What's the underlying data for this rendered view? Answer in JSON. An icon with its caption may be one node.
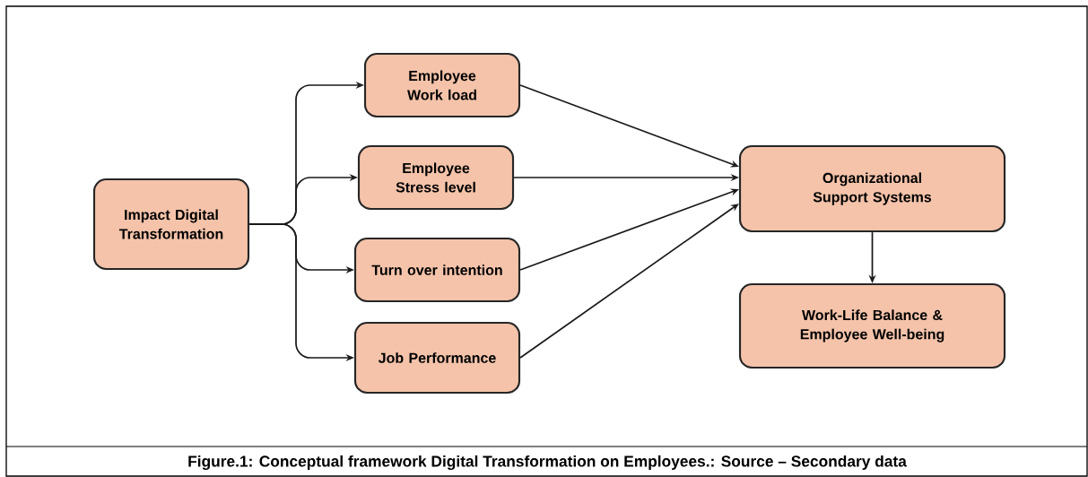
{
  "diagram": {
    "caption": "Figure.1: Conceptual framework Digital Transformation on Employees.: Source – Secondary data",
    "nodes": [
      {
        "text": [
          "Impact Digital Transformation"
        ]
      },
      {
        "text": [
          "Employee Work load"
        ]
      },
      {
        "text": [
          "Employee Stress level"
        ]
      },
      {
        "text": [
          "Turn over  intention"
        ]
      },
      {
        "text": [
          "Job Performance"
        ]
      },
      {
        "text": [
          "Organizational Support Systems"
        ]
      },
      {
        "text": [
          "Work-Life Balance & Employee Well-being"
        ]
      }
    ],
    "edges": [
      {
        "from": 0,
        "to": 1,
        "arrow": "to"
      },
      {
        "from": 0,
        "to": 2,
        "arrow": "to"
      },
      {
        "from": 0,
        "to": 3,
        "arrow": "to"
      },
      {
        "from": 0,
        "to": 4,
        "arrow": "to"
      },
      {
        "from": 1,
        "to": 5,
        "arrow": "to"
      },
      {
        "from": 2,
        "to": 5,
        "arrow": "to"
      },
      {
        "from": 3,
        "to": 5,
        "arrow": "to"
      },
      {
        "from": 4,
        "to": 5,
        "arrow": "to"
      },
      {
        "from": 5,
        "to": 6,
        "arrow": "to"
      }
    ]
  }
}
